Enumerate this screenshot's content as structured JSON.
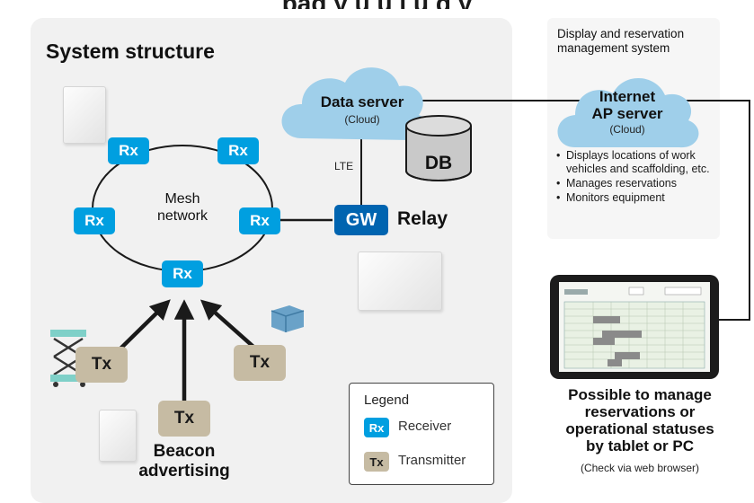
{
  "header_fragment": "paq y   u   u     l u q y",
  "system_panel": {
    "title": "System structure",
    "mesh_label_line1": "Mesh",
    "mesh_label_line2": "network",
    "rx_label": "Rx",
    "tx_label": "Tx",
    "gw_label": "GW",
    "relay_label": "Relay",
    "lte_label": "LTE",
    "db_label": "DB",
    "data_server": {
      "title": "Data server",
      "subtitle": "(Cloud)"
    },
    "beacon_line1": "Beacon",
    "beacon_line2": "advertising"
  },
  "management_panel": {
    "title_line1": "Display and reservation",
    "title_line2": "management system",
    "server_line1": "Internet",
    "server_line2": "AP server",
    "server_sub": "(Cloud)",
    "bullets": [
      "Displays locations of work vehicles and scaffolding, etc.",
      "Manages reservations",
      "Monitors equipment"
    ]
  },
  "legend": {
    "title": "Legend",
    "rx_badge": "Rx",
    "rx_text": "Receiver",
    "tx_badge": "Tx",
    "tx_text": "Transmitter"
  },
  "tablet_caption": {
    "line1": "Possible to manage",
    "line2": "reservations or",
    "line3": "operational statuses",
    "line4": "by tablet or PC",
    "sub": "(Check via web browser)"
  },
  "colors": {
    "rx_blue": "#009fe0",
    "gw_blue": "#0064b0",
    "tx_beige": "#c6bba3",
    "cloud_blue": "#9fcfea",
    "db_gray": "#c9c9c9"
  }
}
